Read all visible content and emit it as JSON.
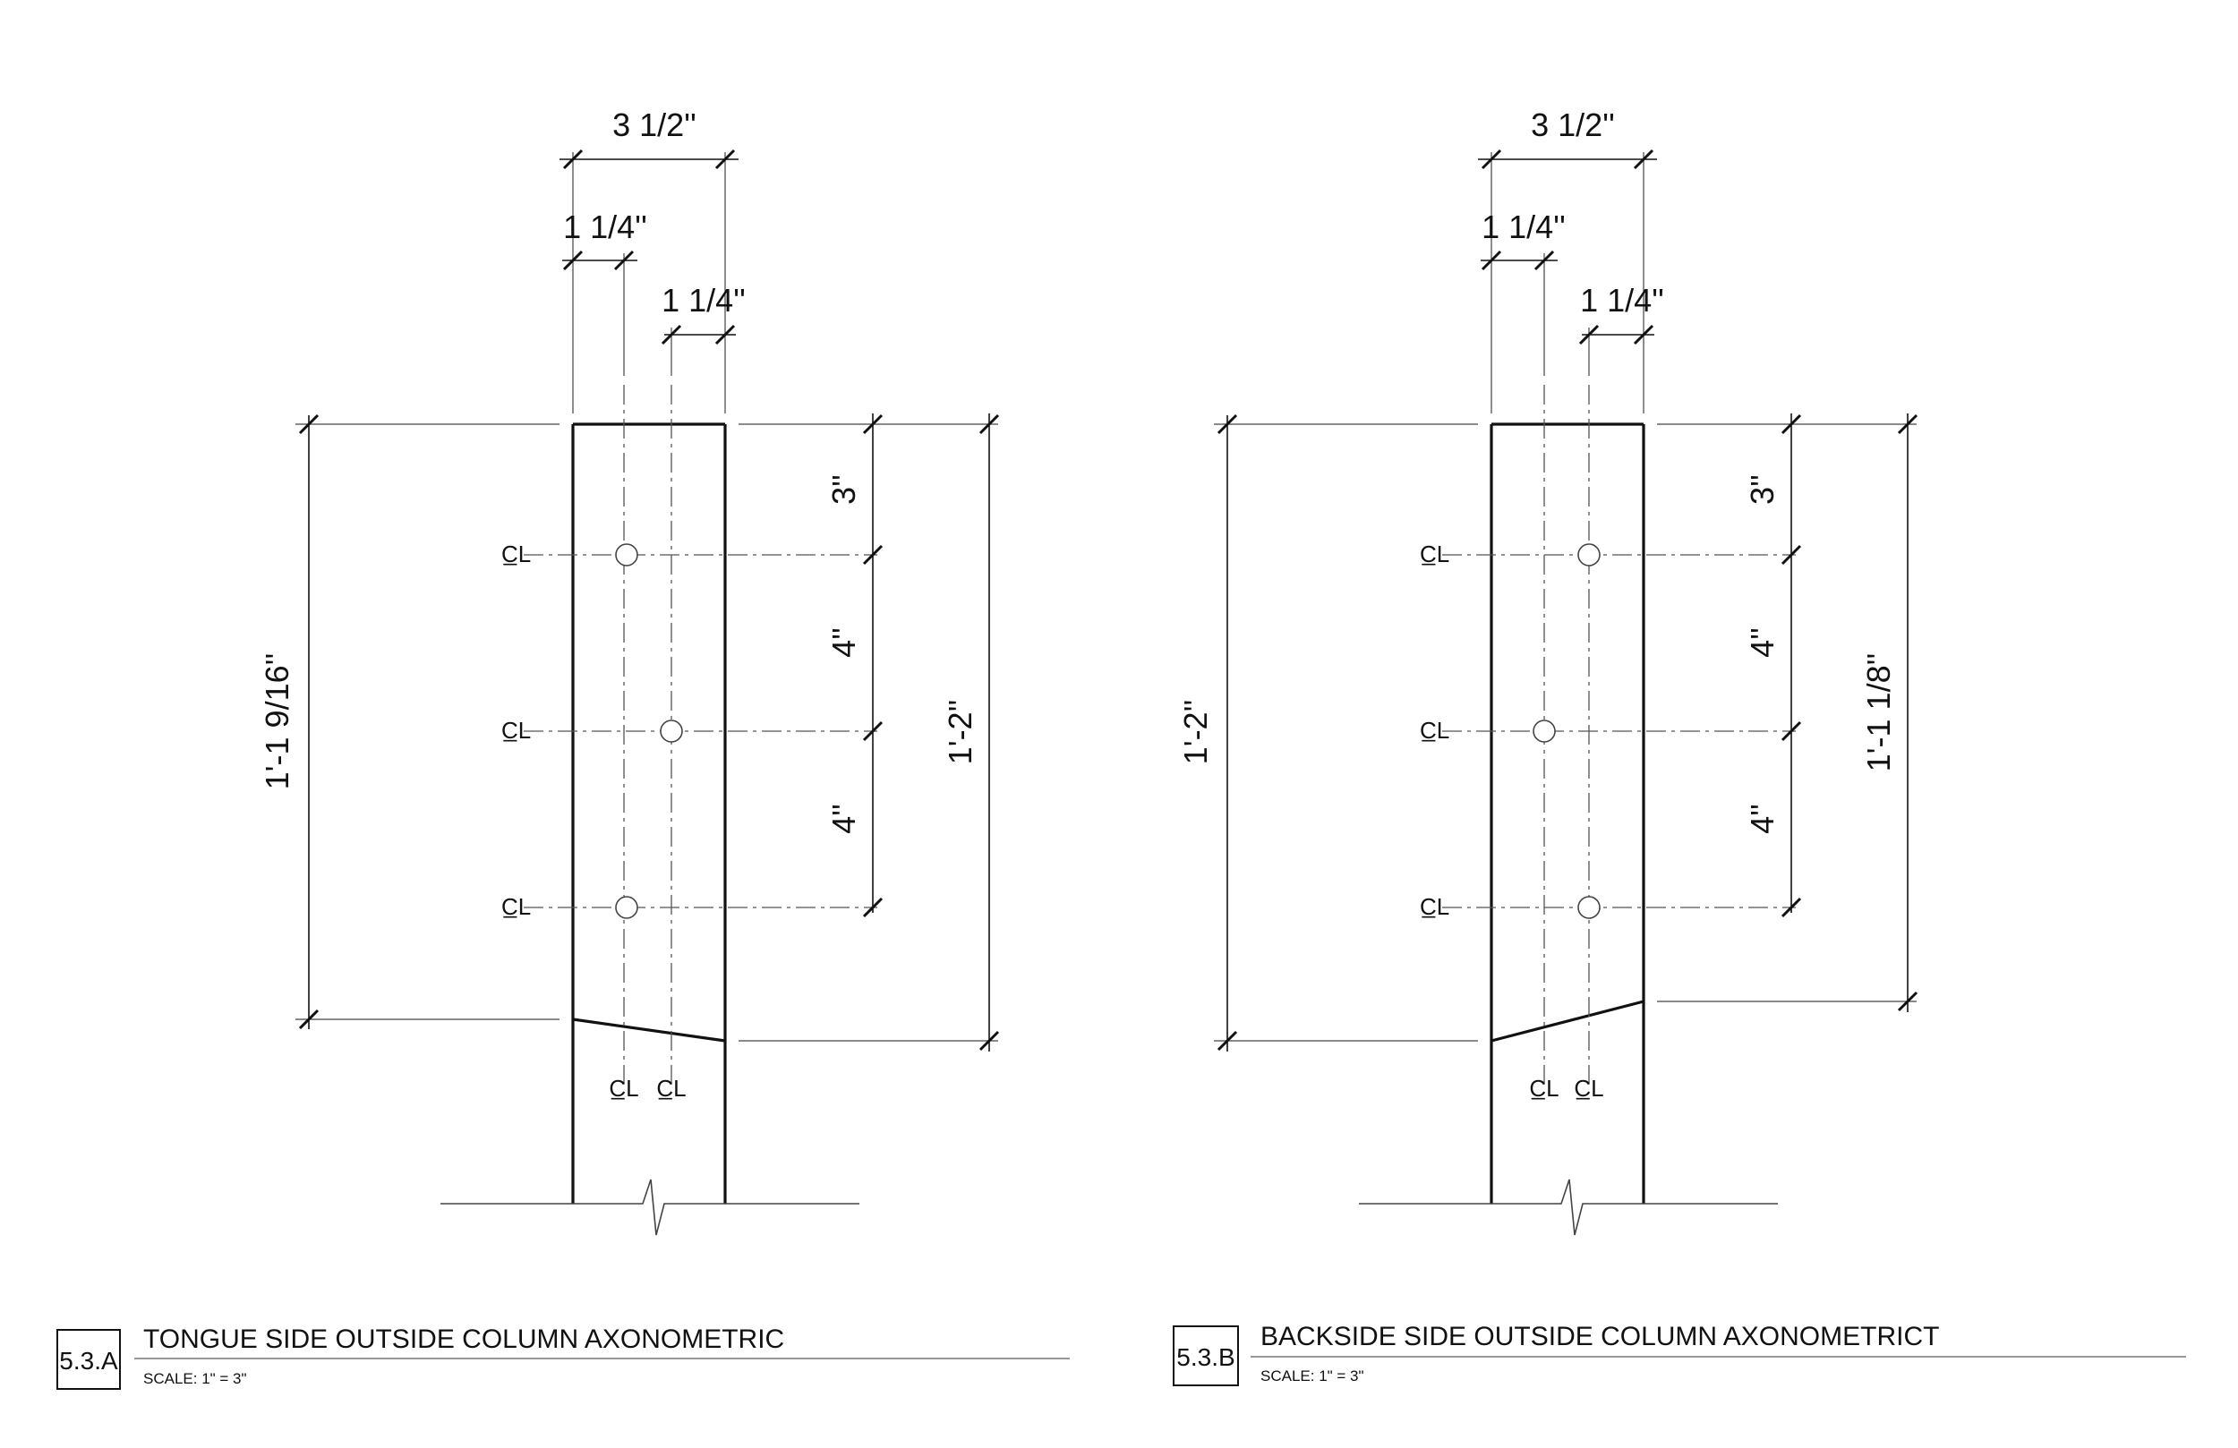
{
  "details": [
    {
      "tag": "5.3.A",
      "title": "TONGUE SIDE OUTSIDE COLUMN AXONOMETRIC",
      "scale": "SCALE: 1\" = 3\"",
      "dims": {
        "overall_width": "3 1/2''",
        "left_offset": "1 1/4''",
        "right_offset": "1 1/4''",
        "hole_spacing_1": "3''",
        "hole_spacing_2": "4''",
        "hole_spacing_3": "4''",
        "left_height": "1'-1 9/16''",
        "right_height": "1'-2''"
      },
      "centerline_symbol": "CL"
    },
    {
      "tag": "5.3.B",
      "title": "BACKSIDE SIDE OUTSIDE COLUMN AXONOMETRICT",
      "scale": "SCALE: 1\" = 3\"",
      "dims": {
        "overall_width": "3 1/2''",
        "left_offset": "1 1/4''",
        "right_offset": "1 1/4''",
        "hole_spacing_1": "3''",
        "hole_spacing_2": "4''",
        "hole_spacing_3": "4''",
        "left_height": "1'-2''",
        "right_height": "1'-1 1/8''"
      },
      "centerline_symbol": "CL"
    }
  ]
}
